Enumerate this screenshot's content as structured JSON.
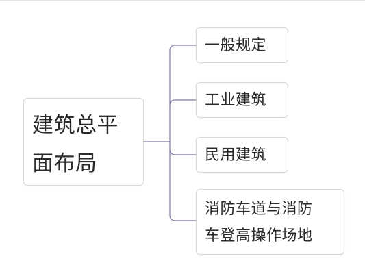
{
  "mindmap": {
    "root": {
      "lines": [
        "建筑总平",
        "面布局"
      ]
    },
    "children": [
      {
        "lines": [
          "一般规定"
        ]
      },
      {
        "lines": [
          "工业建筑"
        ]
      },
      {
        "lines": [
          "民用建筑"
        ]
      },
      {
        "lines": [
          "消防车道与消防",
          "车登高操作场地"
        ]
      }
    ],
    "connector_color": "#7d78a8",
    "border_color": "#d7d7d7"
  }
}
